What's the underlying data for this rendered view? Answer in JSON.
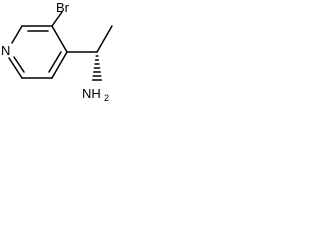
{
  "molecule": {
    "atoms": {
      "nitrogen_ring": "N",
      "bromine": "Br",
      "amine": "NH",
      "amine_subscript": "2"
    }
  }
}
